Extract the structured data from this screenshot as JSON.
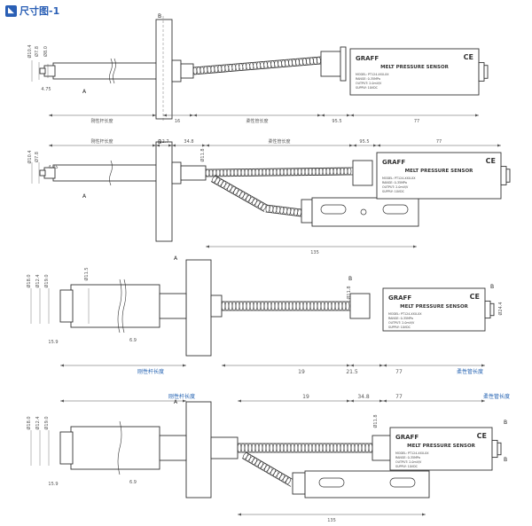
{
  "header": {
    "icon": "ruler-icon",
    "title": "尺寸图-1"
  },
  "colors": {
    "line": "#333333",
    "dim": "#555555",
    "label_blue": "#1f5fb0",
    "accent": "#2a5fb5"
  },
  "views": [
    {
      "id": 1,
      "type": "rigid-stem",
      "dia_labels": [
        "Ø10.4",
        "Ø7.8",
        "Ø8.0"
      ],
      "thread_label": "4.75",
      "section_marks": [
        "A",
        "B"
      ],
      "bottom_labels": [
        "刚性杆长度",
        "16",
        "柔性管长度",
        "95.5",
        "77"
      ],
      "sensor": {
        "brand": "GRAFF",
        "ce": "CE",
        "model": "MELT PRESSURE SENSOR",
        "details": [
          "MODEL: PT124-XXX-XX",
          "RANGE: 0-35MPa",
          "OUTPUT: 2.0mV/V",
          "SUPPLY: 10VDC"
        ]
      }
    },
    {
      "id": 2,
      "type": "rigid-stem-with-bracket",
      "top_labels": [
        "刚性杆长度",
        "12.7",
        "34.8",
        "柔性管长度",
        "95.5",
        "77"
      ],
      "dia_labels": [
        "Ø10.4",
        "Ø7.8",
        "4.75"
      ],
      "side_label": "Ø11.8",
      "section_marks": [
        "A",
        "B"
      ],
      "bottom_labels": [
        "135"
      ],
      "sensor": {
        "brand": "GRAFF",
        "ce": "CE",
        "model": "MELT PRESSURE SENSOR",
        "details": [
          "MODEL: PT124-XXX-XX",
          "RANGE: 0-35MPa",
          "OUTPUT: 2.0mV/V",
          "SUPPLY: 10VDC"
        ]
      }
    },
    {
      "id": 3,
      "type": "large-stem",
      "dia_labels": [
        "Ø18.0",
        "Ø12.4",
        "Ø19.0",
        "Ø11.5"
      ],
      "left_labels": [
        "15.9"
      ],
      "thread_label": "6.9",
      "section_marks": [
        "A",
        "B",
        "B"
      ],
      "side_label": "Ø11.8",
      "right_label": "Ø24.4",
      "bottom_labels": [
        "刚性杆长度",
        "19",
        "21.5",
        "77",
        "柔性管长度"
      ],
      "sensor": {
        "brand": "GRAFF",
        "ce": "CE",
        "model": "MELT PRESSURE SENSOR",
        "details": [
          "MODEL: PT124-XXX-XX",
          "RANGE: 0-35MPa",
          "OUTPUT: 2.0mV/V",
          "SUPPLY: 10VDC"
        ]
      }
    },
    {
      "id": 4,
      "type": "large-stem-with-bracket",
      "top_labels": [
        "刚性杆长度",
        "19",
        "34.8",
        "77",
        "柔性管长度"
      ],
      "dia_labels": [
        "Ø18.0",
        "Ø12.4",
        "Ø19.0"
      ],
      "left_labels": [
        "15.9"
      ],
      "thread_label": "6.9",
      "section_marks": [
        "A",
        "B",
        "B"
      ],
      "side_label": "Ø11.8",
      "bottom_labels": [
        "135"
      ],
      "sensor": {
        "brand": "GRAFF",
        "ce": "CE",
        "model": "MELT PRESSURE SENSOR",
        "details": [
          "MODEL: PT124-XXX-XX",
          "RANGE: 0-35MPa",
          "OUTPUT: 2.0mV/V",
          "SUPPLY: 10VDC"
        ]
      }
    }
  ]
}
